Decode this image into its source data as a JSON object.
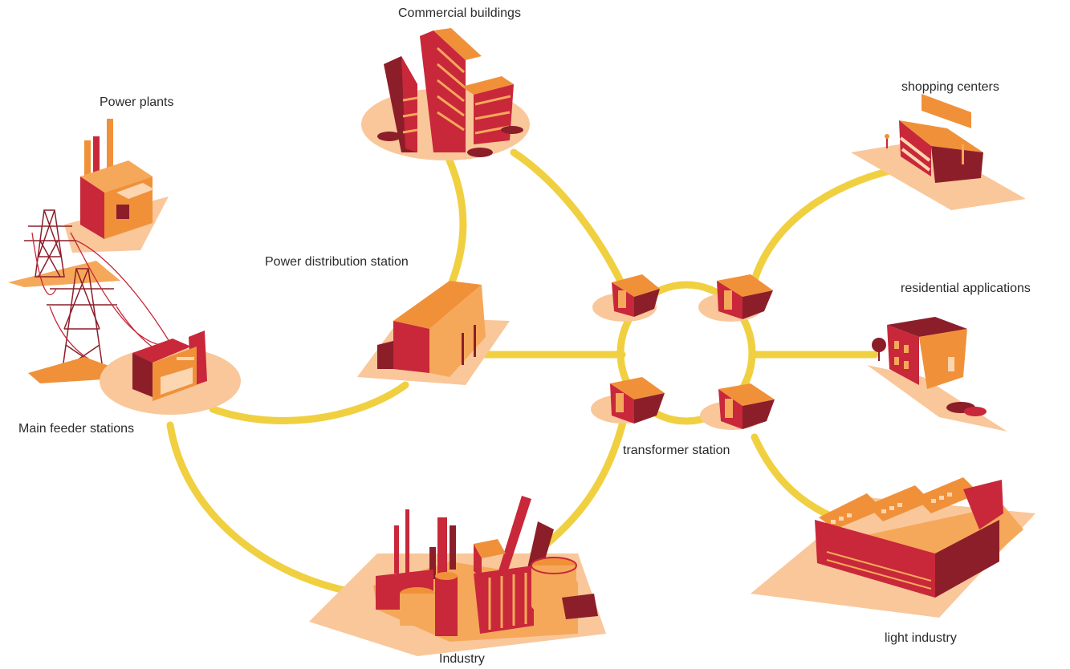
{
  "labels": {
    "commercial_buildings": "Commercial buildings",
    "power_plants": "Power plants",
    "shopping_centers": "shopping centers",
    "power_distribution_station": "Power distribution station",
    "residential_applications": "residential applications",
    "main_feeder_stations": "Main feeder stations",
    "transformer_station": "transformer station",
    "light_industry": "light industry",
    "industry": "Industry"
  },
  "colors": {
    "grid_line": "#f0d040",
    "base_light": "#f9c79a",
    "orange": "#f0913a",
    "orange_light": "#f6a85a",
    "red": "#c8283a",
    "dark_red": "#8c1e2a",
    "cream": "#fbd6b0"
  }
}
